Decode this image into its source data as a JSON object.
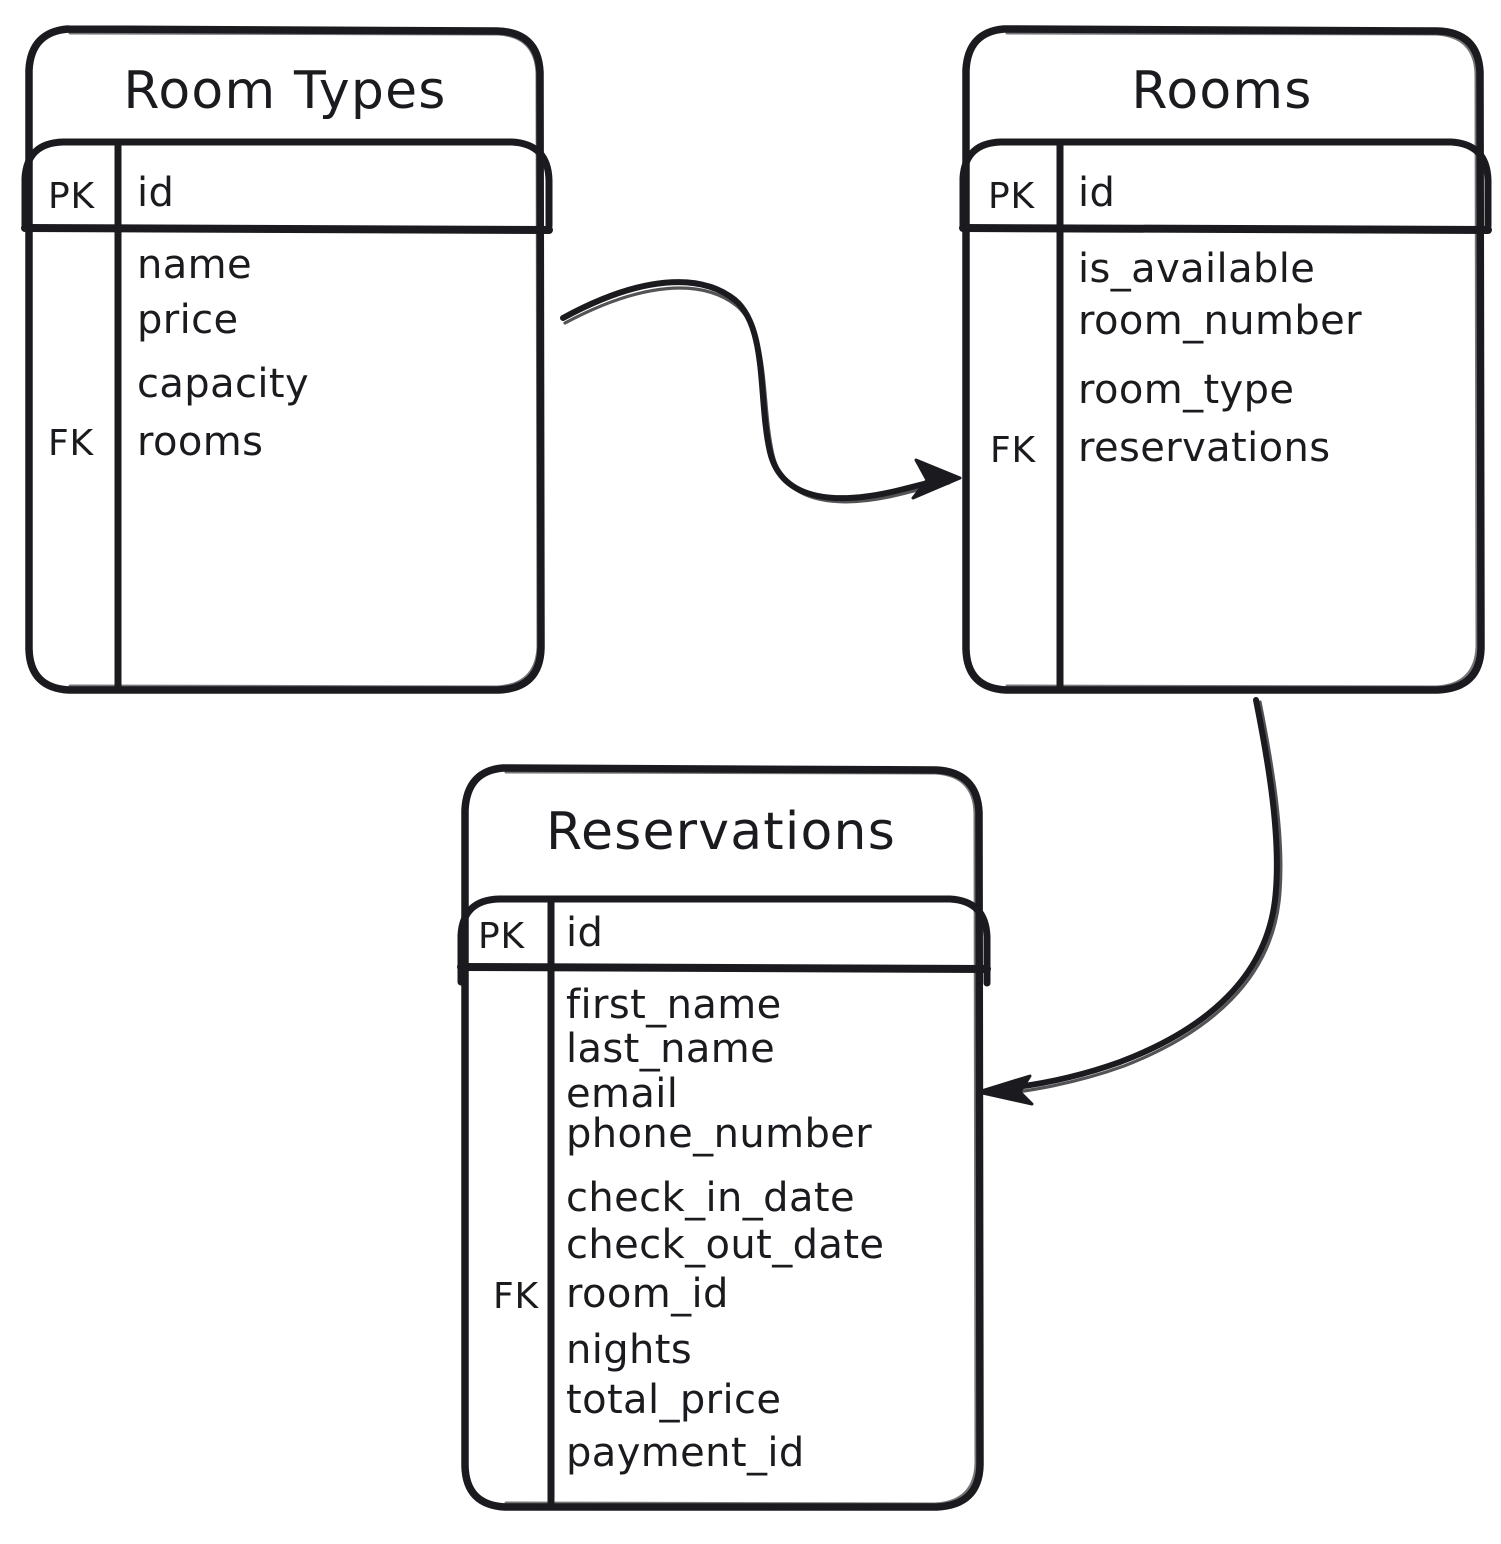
{
  "diagram": {
    "type": "entity-relationship-diagram",
    "style": "hand-drawn",
    "background_color": "#ffffff",
    "stroke_color": "#1b1b1f",
    "key_labels": {
      "primary": "PK",
      "foreign": "FK"
    }
  },
  "tables": [
    {
      "id": "room_types",
      "title": "Room Types",
      "primary_key": {
        "tag": "PK",
        "name": "id"
      },
      "attributes": [
        {
          "name": "name",
          "tag": ""
        },
        {
          "name": "price",
          "tag": ""
        },
        {
          "name": "capacity",
          "tag": ""
        },
        {
          "name": "rooms",
          "tag": "FK"
        }
      ]
    },
    {
      "id": "rooms",
      "title": "Rooms",
      "primary_key": {
        "tag": "PK",
        "name": "id"
      },
      "attributes": [
        {
          "name": "is_available",
          "tag": ""
        },
        {
          "name": "room_number",
          "tag": ""
        },
        {
          "name": "room_type",
          "tag": ""
        },
        {
          "name": "reservations",
          "tag": "FK"
        }
      ]
    },
    {
      "id": "reservations",
      "title": "Reservations",
      "primary_key": {
        "tag": "PK",
        "name": "id"
      },
      "attributes": [
        {
          "name": "first_name",
          "tag": ""
        },
        {
          "name": "last_name",
          "tag": ""
        },
        {
          "name": "email",
          "tag": ""
        },
        {
          "name": "phone_number",
          "tag": ""
        },
        {
          "name": "check_in_date",
          "tag": ""
        },
        {
          "name": "check_out_date",
          "tag": ""
        },
        {
          "name": "room_id",
          "tag": "FK"
        },
        {
          "name": "nights",
          "tag": ""
        },
        {
          "name": "total_price",
          "tag": ""
        },
        {
          "name": "payment_id",
          "tag": ""
        }
      ]
    }
  ],
  "relationships": [
    {
      "id": "rel-room-types-to-rooms",
      "from": "room_types",
      "to": "rooms",
      "arrow": "to"
    },
    {
      "id": "rel-rooms-to-reservations",
      "from": "rooms",
      "to": "reservations",
      "arrow": "to"
    }
  ]
}
